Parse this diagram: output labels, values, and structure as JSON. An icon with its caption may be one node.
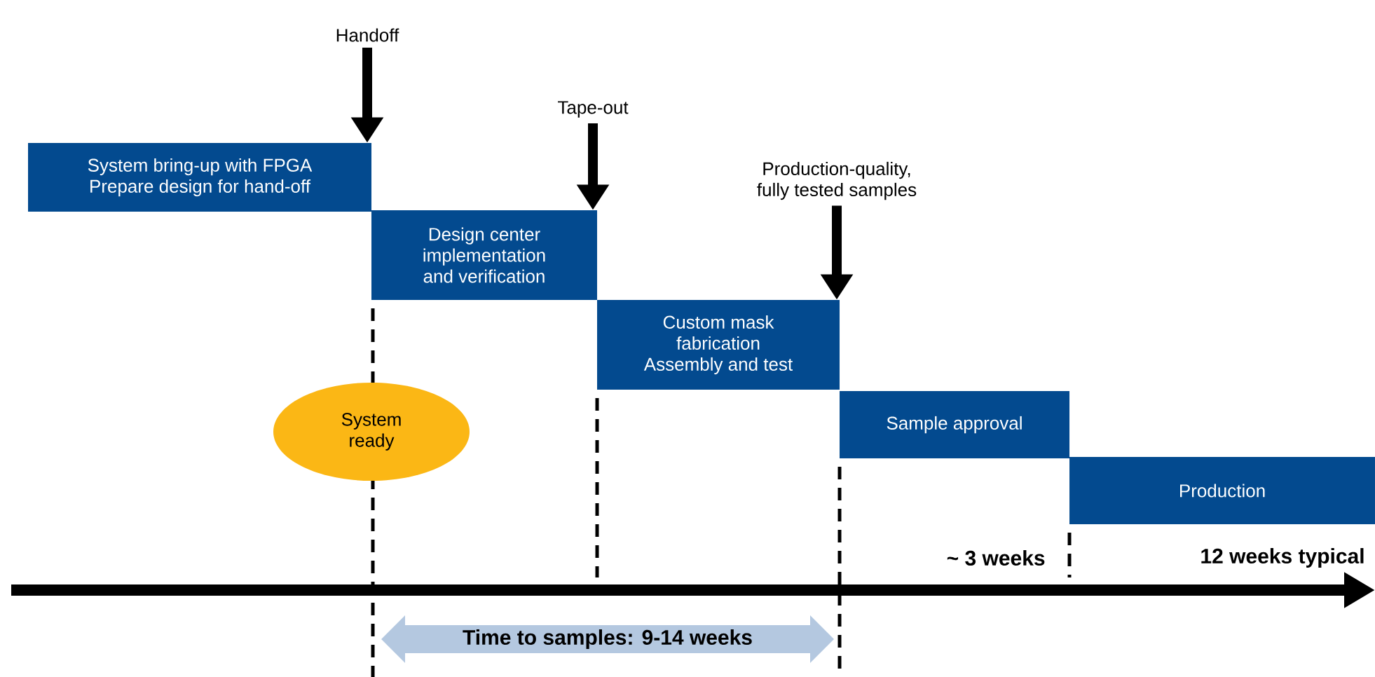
{
  "diagram": {
    "nodes": [
      {
        "text": [
          "System bring-up with FPGA",
          "Prepare design for hand-off"
        ]
      },
      {
        "text": [
          "Design center implementation and verification"
        ]
      },
      {
        "text": [
          "Custom mask fabrication",
          "Assembly and test"
        ]
      },
      {
        "text": [
          "Sample approval"
        ]
      },
      {
        "text": [
          "Production"
        ]
      },
      {
        "text": [
          "System ready"
        ]
      },
      {
        "text": [
          "Handoff"
        ]
      },
      {
        "text": [
          "Tape-out"
        ]
      },
      {
        "text": [
          "Production-quality, fully tested samples"
        ]
      }
    ],
    "edges": [
      {
        "from": 6,
        "to": 0,
        "arrow": "to"
      },
      {
        "from": 7,
        "to": 1,
        "arrow": "to"
      },
      {
        "from": 8,
        "to": 2,
        "arrow": "to"
      }
    ],
    "labels": [
      "~ 3 weeks",
      "12 weeks typical",
      "Time to samples: 9-14 weeks"
    ]
  }
}
